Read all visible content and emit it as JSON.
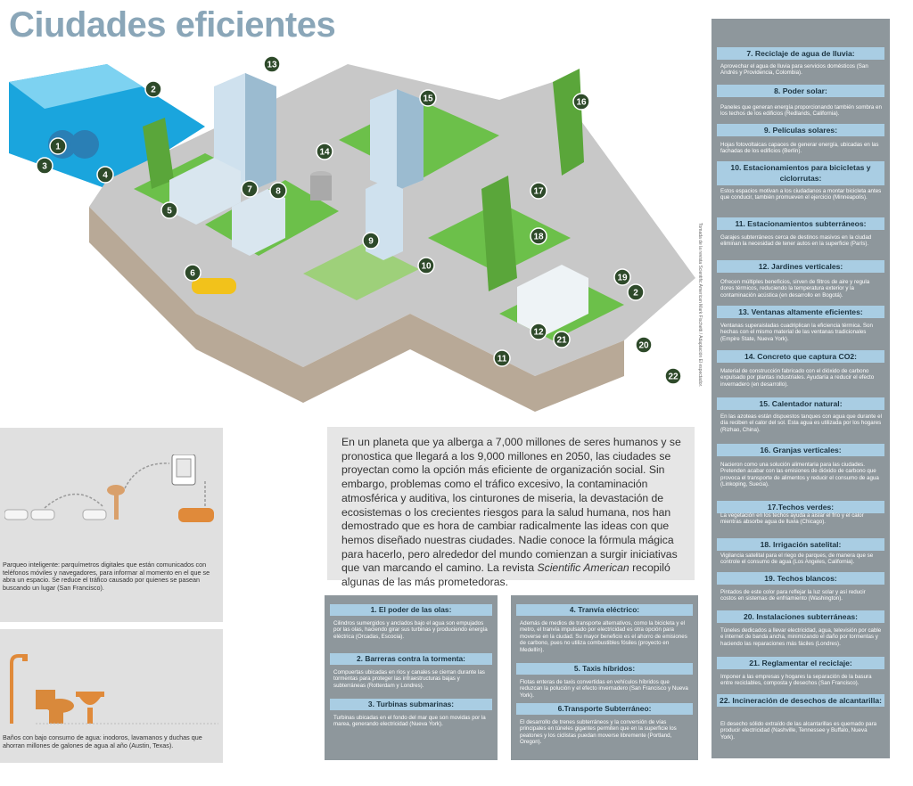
{
  "title": "Ciudades eficientes",
  "credit": "Tomada de la revista Scientific American Mark Fischetti / Adaptación El espectador.",
  "intro": {
    "text_before": "En un planeta que ya alberga a 7,000 millones de seres humanos y se pronostica que llegará a los 9,000 millones en 2050, las ciudades se proyectan como la opción más eficiente de organización social. Sin embargo, problemas como el tráfico excesivo, la contaminación atmosférica y auditiva, los cinturones de miseria, la devastación de ecosistemas o los crecientes riesgos para la salud humana, nos han demostrado que es hora de cambiar radicalmente las ideas con que hemos diseñado nuestras ciudades. Nadie conoce la fórmula mágica para hacerlo, pero alrededor del mundo comienzan a surgir iniciativas que van marcando el camino. La revista ",
    "italic": "Scientific American",
    "text_after": " recopiló algunas de las más prometedoras."
  },
  "panels": {
    "parking": "Parqueo inteligente: parquímetros digitales que están comunicados con teléfonos móviles y navegadores, para informar al momento en el que se abra un espacio. Se reduce el tráfico causado por quienes se pasean buscando un lugar (San Francisco).",
    "water": "Baños con bajo consumo de agua: inodoros, lavamanos y duchas que ahorran millones de galones de agua al año (Austin, Texas)."
  },
  "box_left": [
    {
      "title": "1. El poder de las olas:",
      "body": "Cilindros sumergidos y anclados bajo el agua son empujados por las olas, haciendo girar sus turbinas y produciendo energía eléctrica (Orcadas, Escocia)."
    },
    {
      "title": "2. Barreras contra la tormenta:",
      "body": "Compuertas ubicadas en ríos y canales se cierran durante las tormentas para proteger las infraestructuras bajas y subterráneas (Rotterdam y Londres)."
    },
    {
      "title": "3. Turbinas submarinas:",
      "body": "Turbinas ubicadas en el fondo del mar que son movidas por la marea, generando electricidad (Nueva York)."
    }
  ],
  "box_mid": [
    {
      "title": "4. Tranvía eléctrico:",
      "body": "Además de medios de transporte alternativos, como la bicicleta y el metro, el tranvía impulsado por electricidad es otra opción para moverse en la ciudad. Su mayor beneficio es el ahorro de emisiones de carbono, pues no utiliza combustibles fósiles (proyecto en Medellín)."
    },
    {
      "title": "5. Taxis híbridos:",
      "body": "Flotas enteras de taxis convertidas en vehículos híbridos que reduzcan la polución y el efecto invernadero (San Francisco y Nueva York)."
    },
    {
      "title": "6.Transporte Subterráneo:",
      "body": "El desarrollo de trenes subterráneos y la conversión de vías principales en túneles gigantes permiten que en la superficie los peatones y los ciclistas puedan moverse libremente (Portland, Oregon)."
    }
  ],
  "right_items": [
    {
      "title": "7. Reciclaje de agua de lluvia:",
      "body": "Aprovechar el agua de lluvia para servicios domésticos (San Andrés y Providencia, Colombia)."
    },
    {
      "title": "8. Poder solar:",
      "body": "Paneles que generan energía proporcionando también sombra en los techos de los edificios (Redlands, California)."
    },
    {
      "title": "9. Películas solares:",
      "body": "Hojas fotovoltaicas capaces de generar energía, ubicadas en las fachadas de los edificios (Berlín)."
    },
    {
      "title": "10. Estacionamientos para bicicletas y ciclorrutas:",
      "body": "Estos espacios motivan a los ciudadanos a montar bicicleta antes que conducir, también promueven el ejercicio (Minneapolis)."
    },
    {
      "title": "11. Estacionamientos subterráneos:",
      "body": "Garajes subterráneos cerca de destinos masivos en la ciudad eliminan la necesidad de tener autos en la superficie (París)."
    },
    {
      "title": "12. Jardines verticales:",
      "body": "Ofrecen múltiples beneficios, sirven de filtros de aire y regula dores térmicos, reduciendo la temperatura exterior y la contaminación acústica (en desarrollo en Bogotá)."
    },
    {
      "title": "13. Ventanas altamente eficientes:",
      "body": "Ventanas superaisladas cuadriplican la eficiencia térmica. Son hechas con el mismo material de las ventanas tradicionales (Empire State, Nueva York)."
    },
    {
      "title": "14. Concreto que captura CO2:",
      "body": "Material de construcción fabricado con el dióxido de carbono expulsado por plantas industriales. Ayudaría a reducir el efecto invernadero (en desarrollo)."
    },
    {
      "title": "15. Calentador natural:",
      "body": "En las azoteas están dispuestos tanques con agua que durante el día reciben el calor del sol. Esta agua es utilizada por los hogares (Rizhao, China)."
    },
    {
      "title": "16. Granjas verticales:",
      "body": "Nacieron como una solución alimentaria para las ciudades. Pretenden acabar con las emisiones de dióxido de carbono que provoca el transporte de alimentos y reducir el consumo de agua (Linkoping, Suecia)."
    },
    {
      "title": "17.Techos verdes:",
      "body": "La vegetación en los techos ayuda a aislar el frío y el calor mientras absorbe agua de lluvia (Chicago)."
    },
    {
      "title": "18. Irrigación satelital:",
      "body": "Vigilancia satelital para el riego de parques, de manera que se controle el consumo de agua (Los Angeles, California)."
    },
    {
      "title": "19. Techos blancos:",
      "body": "Pintados de este color para reflejar la luz solar y así reducir costos en sistemas de enfriamiento (Washington)."
    },
    {
      "title": "20. Instalaciones subterráneas:",
      "body": "Túneles dedicados a llevar electricidad, agua, televisión por cable e internet de banda ancha, minimizando el daño por tormentas y haciendo las reparaciones más fáciles (Londres)."
    },
    {
      "title": "21. Reglamentar el reciclaje:",
      "body": "Imponer a las empresas y hogares la separación de la basura entre reciclables, composta y desechos (San Francisco)."
    },
    {
      "title": "22. Incineración de desechos de alcantarilla:",
      "body": "El desecho sólido extraído de las alcantarillas es quemado para producir electricidad (Nashville, Tennessee y Buffalo, Nueva York)."
    }
  ],
  "markers": [
    "1",
    "2",
    "3",
    "4",
    "5",
    "6",
    "7",
    "8",
    "9",
    "10",
    "11",
    "12",
    "13",
    "14",
    "15",
    "16",
    "17",
    "18",
    "19",
    "2",
    "20",
    "21",
    "22"
  ],
  "colors": {
    "title": "#8aa6b8",
    "panel": "#8e979c",
    "header": "#a9cde3",
    "green": "#6cc04a",
    "marker": "#2e4a2a"
  }
}
